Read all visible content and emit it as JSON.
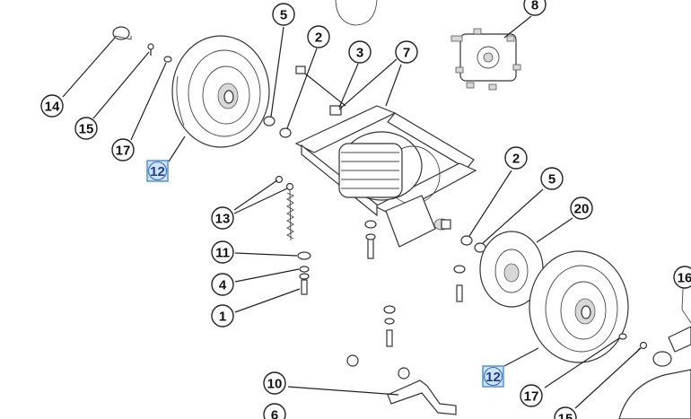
{
  "diagram": {
    "highlight_color": "#5b9bd5",
    "callouts": [
      {
        "id": "c5a",
        "label": "5"
      },
      {
        "id": "c2a",
        "label": "2"
      },
      {
        "id": "c3",
        "label": "3"
      },
      {
        "id": "c7",
        "label": "7"
      },
      {
        "id": "c8",
        "label": "8"
      },
      {
        "id": "c14",
        "label": "14"
      },
      {
        "id": "c15a",
        "label": "15"
      },
      {
        "id": "c17a",
        "label": "17"
      },
      {
        "id": "c12a",
        "label": "12",
        "highlighted": true
      },
      {
        "id": "c13",
        "label": "13"
      },
      {
        "id": "c11",
        "label": "11"
      },
      {
        "id": "c4",
        "label": "4"
      },
      {
        "id": "c1",
        "label": "1"
      },
      {
        "id": "c2b",
        "label": "2"
      },
      {
        "id": "c5b",
        "label": "5"
      },
      {
        "id": "c20",
        "label": "20"
      },
      {
        "id": "c16",
        "label": "16"
      },
      {
        "id": "c12b",
        "label": "12",
        "highlighted": true
      },
      {
        "id": "c17b",
        "label": "17"
      },
      {
        "id": "c15b",
        "label": "15"
      },
      {
        "id": "c10",
        "label": "10"
      },
      {
        "id": "c6",
        "label": "6"
      }
    ]
  }
}
